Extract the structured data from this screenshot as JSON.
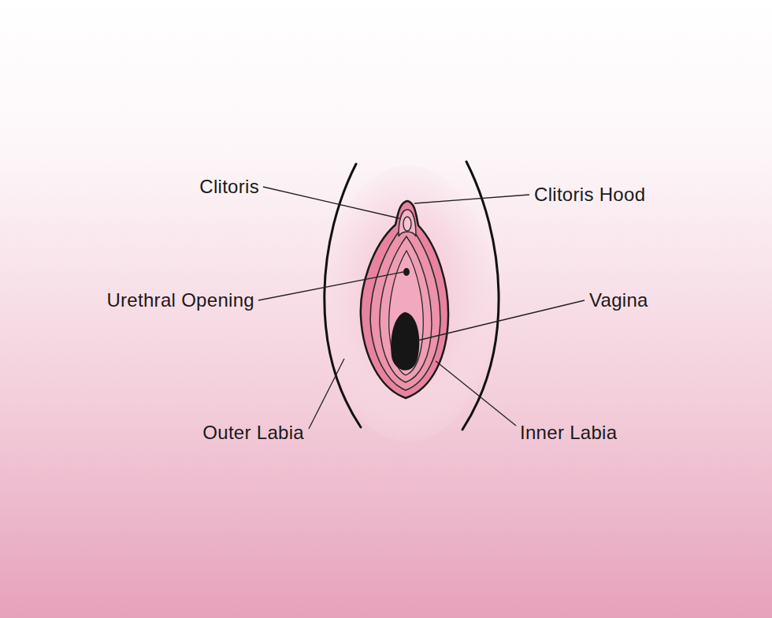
{
  "diagram": {
    "labels": [
      "Clitoris",
      "Clitoris Hood",
      "Urethral Opening",
      "Vagina",
      "Outer Labia",
      "Inner Labia"
    ]
  }
}
